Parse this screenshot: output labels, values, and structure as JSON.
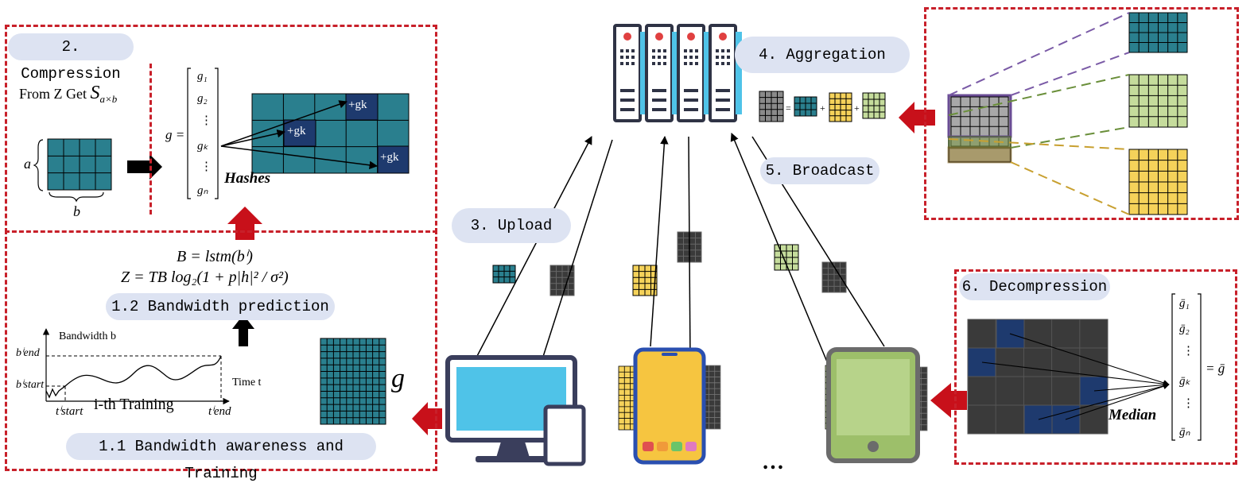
{
  "steps": {
    "compression": "2. Compression",
    "bandwidth_prediction": "1.2 Bandwidth prediction",
    "bandwidth_awareness": "1.1 Bandwidth awareness and Training",
    "upload": "3. Upload",
    "aggregation": "4. Aggregation",
    "broadcast": "5. Broadcast",
    "decompression": "6. Decompression"
  },
  "compression": {
    "from_z_prefix": "From Z Get",
    "s_symbol": "S",
    "s_subscript": "a×b",
    "a_label": "a",
    "b_label": "b",
    "g_equals": "g =",
    "vector_entries": [
      "g₁",
      "g₂",
      "⋮",
      "gₖ",
      "⋮",
      "gₙ"
    ],
    "hashes_label": "Hashes",
    "hash_cell_label": "+gk"
  },
  "prediction": {
    "formula_b": "B = lstm(bⁱ)",
    "formula_z": "Z = TB log₂(1 + p|h|² / σ²)"
  },
  "training_chart": {
    "ylabel": "Bandwidth b",
    "xlabel": "Time t",
    "b_end": "bⁱend",
    "b_start": "bⁱstart",
    "t_start": "tⁱstart",
    "t_end": "tⁱend",
    "training_label": "i-th Training",
    "g_label": "g"
  },
  "decompression": {
    "median_label": "Median",
    "vector_entries": [
      "ḡ₁",
      "ḡ₂",
      "⋮",
      "ḡₖ",
      "⋮",
      "ḡₙ"
    ],
    "equals_label": "= ḡ"
  },
  "ellipsis": "…",
  "colors": {
    "teal": "#2a7f8e",
    "dark": "#3a3a3a",
    "yellow": "#f5d25a",
    "green": "#c5dc9c",
    "navy": "#1e3a6e",
    "red": "#c8101a",
    "pill": "#dde3f2",
    "server_blue": "#4fc3e8"
  }
}
